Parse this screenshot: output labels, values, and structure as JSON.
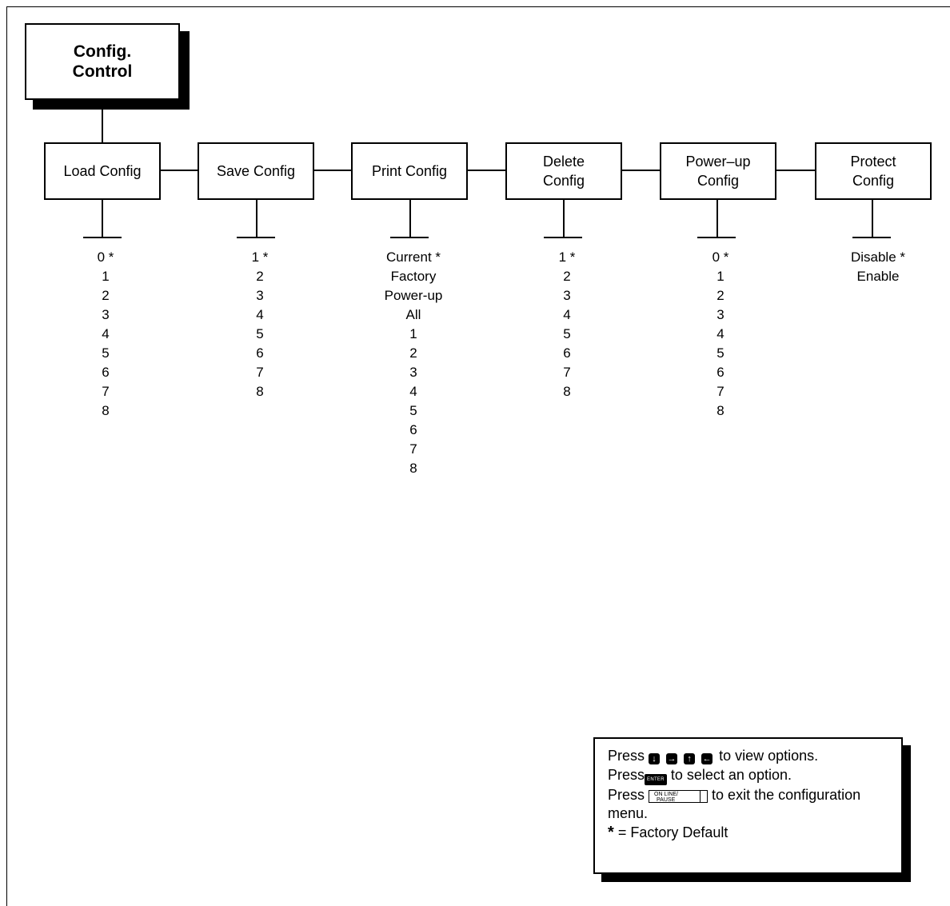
{
  "root": {
    "line1": "Config.",
    "line2": "Control"
  },
  "nodes": [
    {
      "label_lines": [
        "Load Config"
      ],
      "options": [
        "0 *",
        "1",
        "2",
        "3",
        "4",
        "5",
        "6",
        "7",
        "8"
      ]
    },
    {
      "label_lines": [
        "Save Config"
      ],
      "options": [
        "1 *",
        "2",
        "3",
        "4",
        "5",
        "6",
        "7",
        "8"
      ]
    },
    {
      "label_lines": [
        "Print Config"
      ],
      "options": [
        "Current *",
        "Factory",
        "Power-up",
        "All",
        "1",
        "2",
        "3",
        "4",
        "5",
        "6",
        "7",
        "8"
      ]
    },
    {
      "label_lines": [
        "Delete",
        "Config"
      ],
      "options": [
        "1 *",
        "2",
        "3",
        "4",
        "5",
        "6",
        "7",
        "8"
      ]
    },
    {
      "label_lines": [
        "Power–up",
        "Config"
      ],
      "options": [
        "0 *",
        "1",
        "2",
        "3",
        "4",
        "5",
        "6",
        "7",
        "8"
      ]
    },
    {
      "label_lines": [
        "Protect",
        "Config"
      ],
      "options": [
        "Disable *",
        "Enable"
      ]
    }
  ],
  "legend": {
    "press": "Press",
    "view_text": "to view options.",
    "select_text": "to select an option.",
    "exit_text": "to exit the configuration menu.",
    "star": "*",
    "default_text": "= Factory Default",
    "arrow_keys": [
      "down-arrow-key",
      "right-arrow-key",
      "up-arrow-key",
      "left-arrow-key"
    ],
    "enter_key_label": "ENTER",
    "online_key_label_1": "ON LINE/",
    "online_key_label_2": "PAUSE"
  }
}
